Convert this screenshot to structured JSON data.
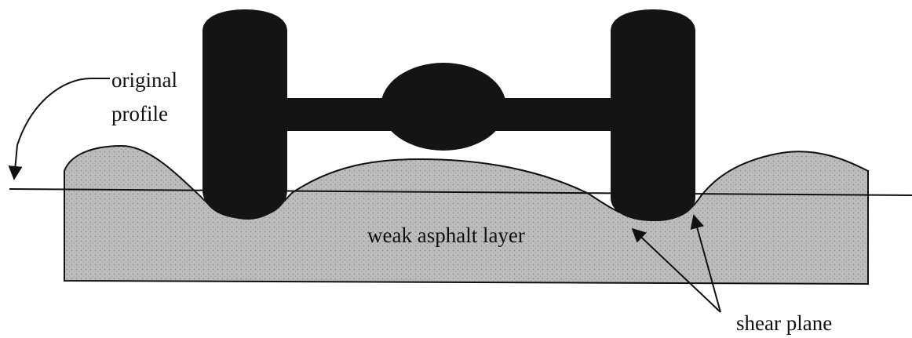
{
  "labels": {
    "original_profile_line1": "original",
    "original_profile_line2": "profile",
    "weak_layer": "weak asphalt layer",
    "shear_plane": "shear plane"
  },
  "colors": {
    "asphalt_fill": "#b9b9b9",
    "asphalt_stipple": "#8f8f8f",
    "axle_assembly": "#141414",
    "line": "#111111",
    "background": "#ffffff"
  }
}
